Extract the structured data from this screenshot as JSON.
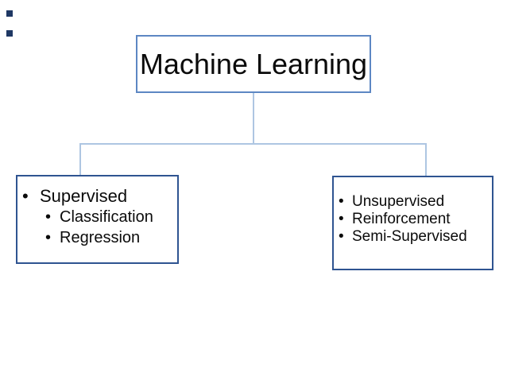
{
  "page": {
    "background_color": "#ffffff"
  },
  "decor": {
    "square_color": "#1f3864",
    "square_count": 2
  },
  "connectors": {
    "color": "#aec6e2"
  },
  "diagram": {
    "bullet_glyph": "•",
    "root_box": {
      "label": "Machine Learning",
      "border_color": "#5d87c3",
      "text_color": "#0b0b0b"
    },
    "left_box": {
      "border_color": "#2f5491",
      "title": "Supervised",
      "items": [
        "Classification",
        "Regression"
      ]
    },
    "right_box": {
      "border_color": "#2f5491",
      "items": [
        "Unsupervised",
        "Reinforcement",
        "Semi-Supervised"
      ]
    }
  }
}
